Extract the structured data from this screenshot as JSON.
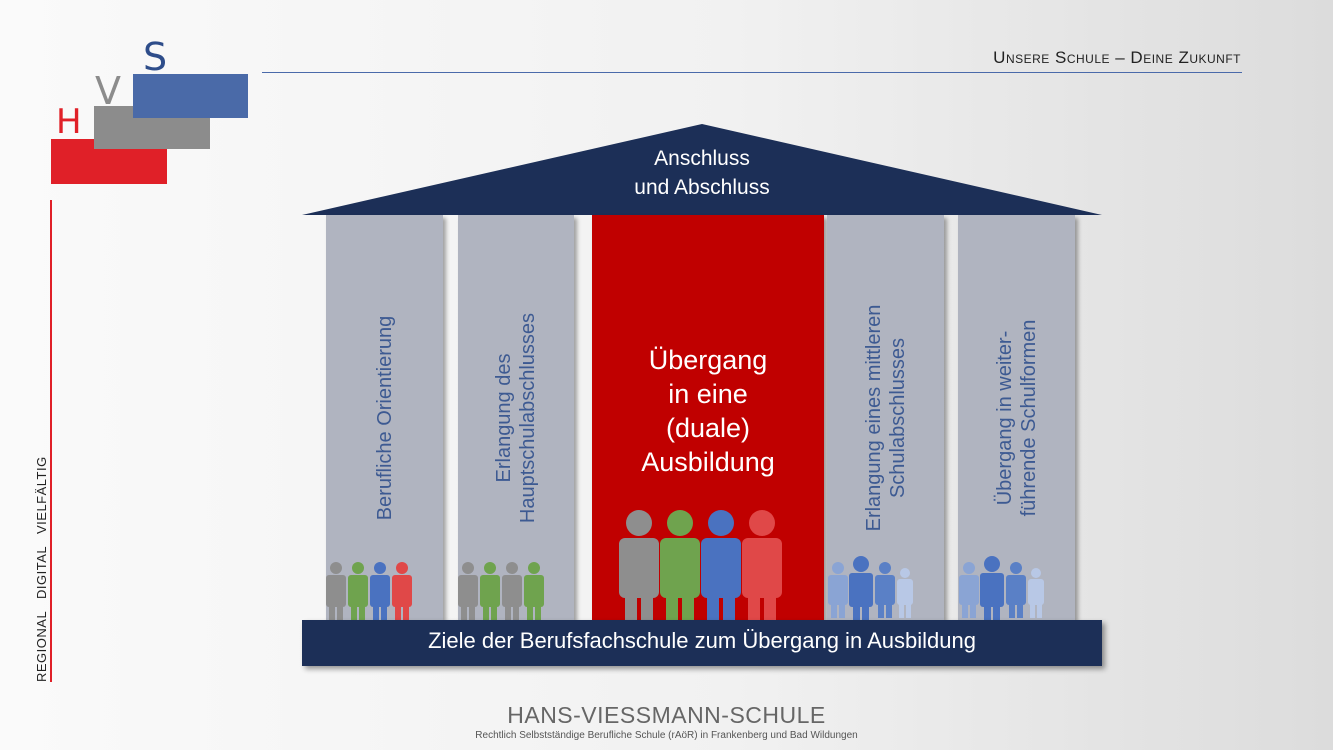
{
  "logo": {
    "letter_h": "H",
    "letter_v": "V",
    "letter_s": "S"
  },
  "header": {
    "tagline": "Unsere Schule – Deine Zukunft"
  },
  "side": {
    "text": "REGIONAL   DIGITAL   VIELFÄLTIG"
  },
  "roof": {
    "line1": "Anschluss",
    "line2": "und Abschluss"
  },
  "columns": [
    {
      "label": "Berufliche Orientierung"
    },
    {
      "label_line1": "Erlangung des",
      "label_line2": "Hauptschulabschlusses"
    },
    {
      "label_line1": "Übergang",
      "label_line2": "in eine",
      "label_line3": "(duale)",
      "label_line4": "Ausbildung"
    },
    {
      "label_line1": "Erlangung eines mittleren",
      "label_line2": "Schulabschlusses"
    },
    {
      "label_line1": "Übergang in weiter-",
      "label_line2": "führende Schulformen"
    }
  ],
  "base": {
    "label": "Ziele der Berufsfachschule zum Übergang in Ausbildung"
  },
  "footer": {
    "name": "HANS-VIESSMANN-SCHULE",
    "subtitle": "Rechtlich Selbstständige Berufliche Schule (rAöR) in Frankenberg und Bad Wildungen"
  },
  "colors": {
    "red": "#e02028",
    "gray": "#8c8c8c",
    "blue": "#4a6aa8",
    "navy": "#1c2f57",
    "column_gray": "#b0b4c0",
    "center_red": "#c00000"
  },
  "people_icons": [
    "person-icon-gray",
    "person-icon-green",
    "person-icon-blue",
    "person-icon-red"
  ]
}
